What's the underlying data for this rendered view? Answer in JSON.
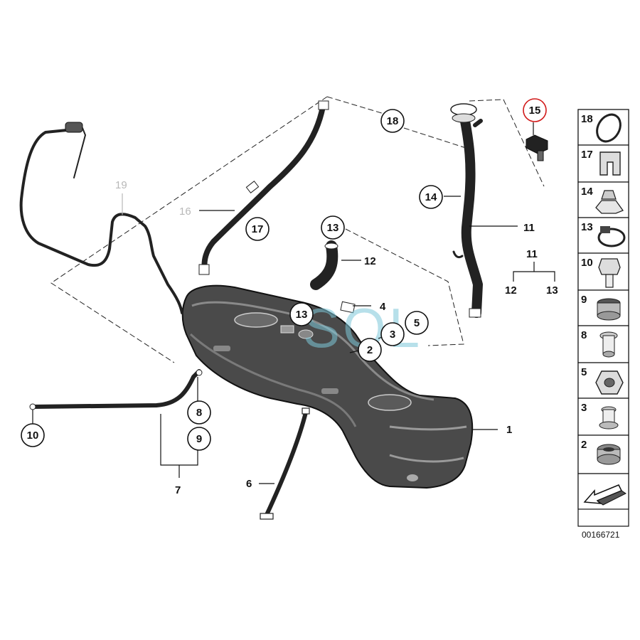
{
  "diagram": {
    "callouts": {
      "c1": "1",
      "c2": "2",
      "c3": "3",
      "c4": "4",
      "c5": "5",
      "c6": "6",
      "c7": "7",
      "c8": "8",
      "c9": "9",
      "c10": "10",
      "c11a": "11",
      "c11b": "11",
      "c12a": "12",
      "c12b": "12",
      "c13a": "13",
      "c13b": "13",
      "c13c": "13",
      "c14": "14",
      "c15": "15",
      "c16": "16",
      "c17": "17",
      "c18": "18",
      "c19": "19"
    },
    "watermark": "SOL",
    "highlight_color": "#d11919",
    "dimmed_color": "#b8b8b8"
  },
  "legend": {
    "items": [
      {
        "label": "18",
        "icon": "o-ring-icon"
      },
      {
        "label": "17",
        "icon": "hose-clip-icon"
      },
      {
        "label": "14",
        "icon": "clip-nut-icon"
      },
      {
        "label": "13",
        "icon": "hose-clamp-icon"
      },
      {
        "label": "10",
        "icon": "hex-bolt-icon"
      },
      {
        "label": "9",
        "icon": "rubber-bushing-icon"
      },
      {
        "label": "8",
        "icon": "spacer-sleeve-icon"
      },
      {
        "label": "5",
        "icon": "hex-nut-icon"
      },
      {
        "label": "3",
        "icon": "grommet-icon"
      },
      {
        "label": "2",
        "icon": "seal-ring-icon"
      }
    ],
    "arrow_icon": "direction-arrow-icon",
    "diagram_code": "00166721"
  }
}
